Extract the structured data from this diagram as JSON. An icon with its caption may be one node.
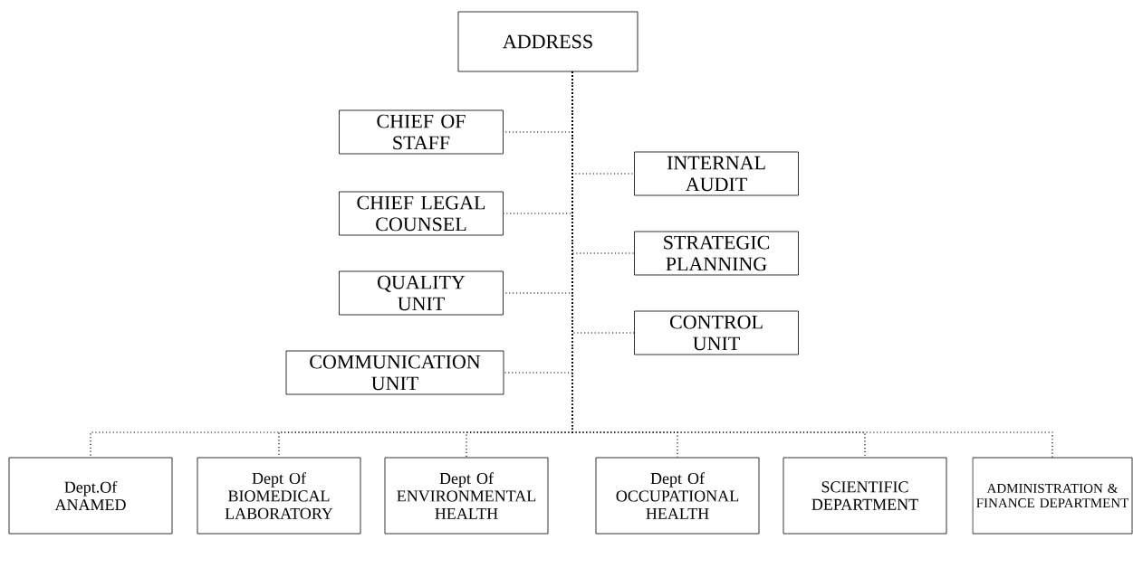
{
  "diagram": {
    "nodes": [
      {
        "text": [
          "ADDRESS"
        ]
      },
      {
        "text": [
          "CHIEF OF STAFF"
        ]
      },
      {
        "text": [
          "INTERNAL AUDIT"
        ]
      },
      {
        "text": [
          "CHIEF LEGAL COUNSEL"
        ]
      },
      {
        "text": [
          "STRATEGIC PLANNING"
        ]
      },
      {
        "text": [
          "QUALITY UNIT"
        ]
      },
      {
        "text": [
          "CONTROL UNIT"
        ]
      },
      {
        "text": [
          "COMMUNICATION UNIT"
        ]
      },
      {
        "text": [
          "Dept.Of ANAMED"
        ]
      },
      {
        "text": [
          "Dept Of BIOMEDICAL LABORATORY"
        ]
      },
      {
        "text": [
          "Dept Of ENVIRONMENTAL HEALTH"
        ]
      },
      {
        "text": [
          "Dept Of OCCUPATIONAL HEALTH"
        ]
      },
      {
        "text": [
          "SCIENTIFIC DEPARTMENT"
        ]
      },
      {
        "text": [
          "ADMINISTRATION & FINANCE DEPARTMENT"
        ]
      }
    ],
    "edges": [
      {
        "from": 0,
        "to": 1,
        "arrow": "none"
      },
      {
        "from": 0,
        "to": 2,
        "arrow": "none"
      },
      {
        "from": 0,
        "to": 3,
        "arrow": "none"
      },
      {
        "from": 0,
        "to": 4,
        "arrow": "none"
      },
      {
        "from": 0,
        "to": 5,
        "arrow": "none"
      },
      {
        "from": 0,
        "to": 6,
        "arrow": "none"
      },
      {
        "from": 0,
        "to": 7,
        "arrow": "none"
      },
      {
        "from": 0,
        "to": 8,
        "arrow": "none"
      },
      {
        "from": 0,
        "to": 9,
        "arrow": "none"
      },
      {
        "from": 0,
        "to": 10,
        "arrow": "none"
      },
      {
        "from": 0,
        "to": 11,
        "arrow": "none"
      },
      {
        "from": 0,
        "to": 12,
        "arrow": "none"
      },
      {
        "from": 0,
        "to": 13,
        "arrow": "none"
      }
    ]
  }
}
